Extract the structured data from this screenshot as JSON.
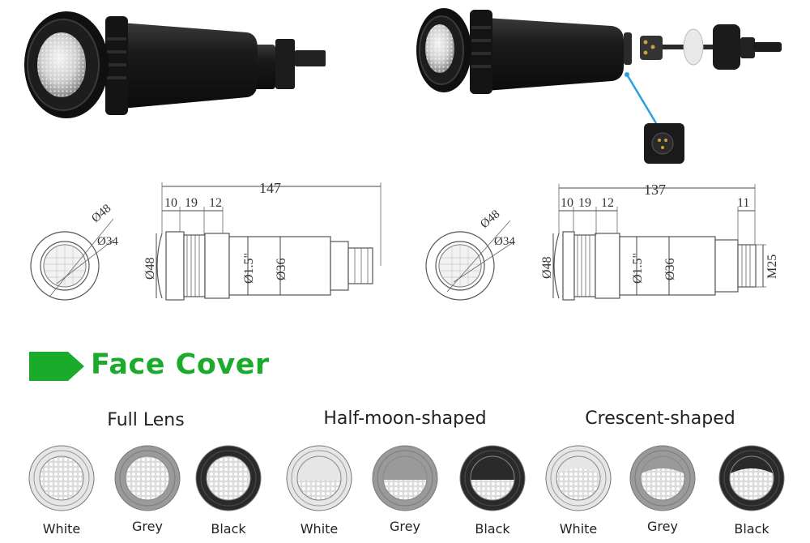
{
  "drawing_a": {
    "overall_length": "147",
    "seg1": "10",
    "seg2": "19",
    "seg3": "12",
    "face_outer_dia": "Ø48",
    "face_inner_dia": "Ø34",
    "side_dia": "Ø48",
    "thread_dia": "Ø1.5\"",
    "body_dia": "Ø36"
  },
  "drawing_b": {
    "overall_length": "137",
    "seg1": "10",
    "seg2": "19",
    "seg3": "12",
    "seg_end": "11",
    "face_outer_dia": "Ø48",
    "face_inner_dia": "Ø34",
    "side_dia": "Ø48",
    "thread_dia": "Ø1.5\"",
    "body_dia": "Ø36",
    "end_thread": "M25"
  },
  "section": {
    "title": "Face Cover",
    "accent_color": "#1aab2a"
  },
  "groups": [
    {
      "title": "Full Lens",
      "style": "full",
      "items": [
        {
          "label": "White",
          "color": "#e6e6e6"
        },
        {
          "label": "Grey",
          "color": "#9a9a9a"
        },
        {
          "label": "Black",
          "color": "#2a2a2a"
        }
      ]
    },
    {
      "title": "Half-moon-shaped",
      "style": "half",
      "items": [
        {
          "label": "White",
          "color": "#e6e6e6"
        },
        {
          "label": "Grey",
          "color": "#9a9a9a"
        },
        {
          "label": "Black",
          "color": "#2a2a2a"
        }
      ]
    },
    {
      "title": "Crescent-shaped",
      "style": "crescent",
      "items": [
        {
          "label": "White",
          "color": "#e6e6e6"
        },
        {
          "label": "Grey",
          "color": "#9a9a9a"
        },
        {
          "label": "Black",
          "color": "#2a2a2a"
        }
      ]
    }
  ]
}
